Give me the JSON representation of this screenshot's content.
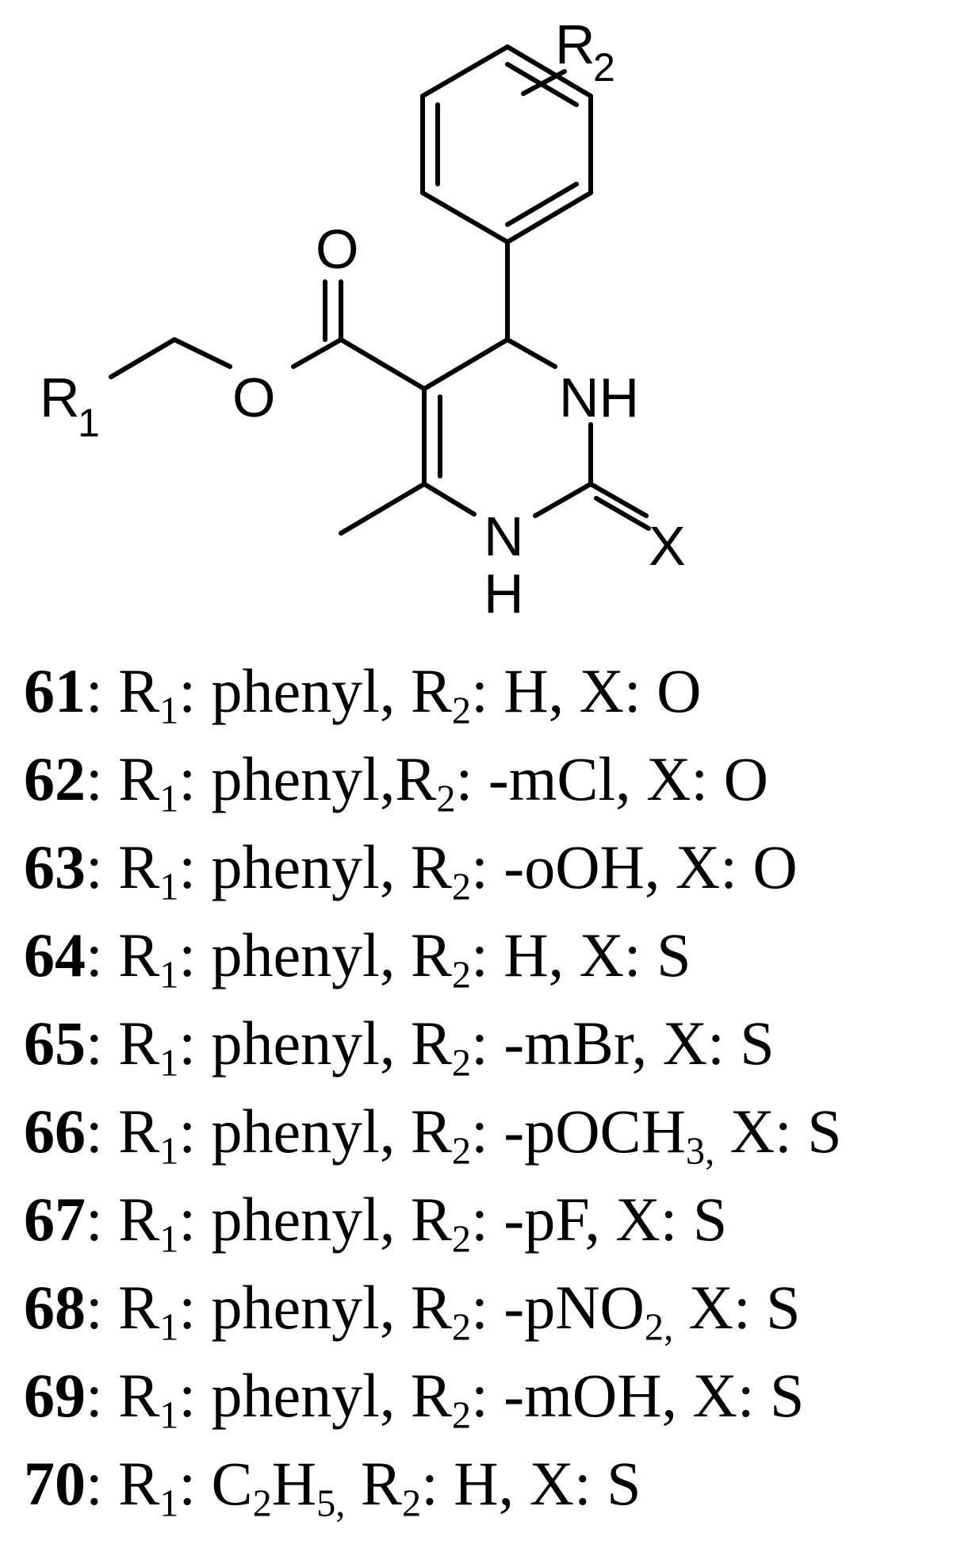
{
  "structure": {
    "atoms": {
      "r2": "R",
      "r2_sub": "2",
      "r1": "R",
      "r1_sub": "1",
      "carbonyl_o": "O",
      "ester_o": "O",
      "nh_top": "NH",
      "nh_bottom_n": "N",
      "nh_bottom_h": "H",
      "x": "X"
    }
  },
  "compounds": [
    {
      "id": "61",
      "text": ": R<sub>1</sub>: phenyl, R<sub>2</sub>: H, X: O"
    },
    {
      "id": "62",
      "text": ": R<sub>1</sub>: phenyl,R<sub>2</sub>: -mCl, X: O"
    },
    {
      "id": "63",
      "text": ": R<sub>1</sub>: phenyl, R<sub>2</sub>: -oOH, X: O"
    },
    {
      "id": "64",
      "text": ": R<sub>1</sub>: phenyl, R<sub>2</sub>: H, X: S"
    },
    {
      "id": "65",
      "text": ": R<sub>1</sub>: phenyl, R<sub>2</sub>: -mBr, X: S"
    },
    {
      "id": "66",
      "text": ": R<sub>1</sub>: phenyl, R<sub>2</sub>: -pOCH<sub>3,</sub> X: S"
    },
    {
      "id": "67",
      "text": ": R<sub>1</sub>: phenyl, R<sub>2</sub>: -pF, X: S"
    },
    {
      "id": "68",
      "text": ": R<sub>1</sub>: phenyl, R<sub>2</sub>: -pNO<sub>2,</sub> X: S"
    },
    {
      "id": "69",
      "text": ": R<sub>1</sub>: phenyl, R<sub>2</sub>: -mOH, X: S"
    },
    {
      "id": "70",
      "text": ": R<sub>1</sub>: C<sub>2</sub>H<sub>5,</sub> R<sub>2</sub>: H, X: S"
    }
  ]
}
